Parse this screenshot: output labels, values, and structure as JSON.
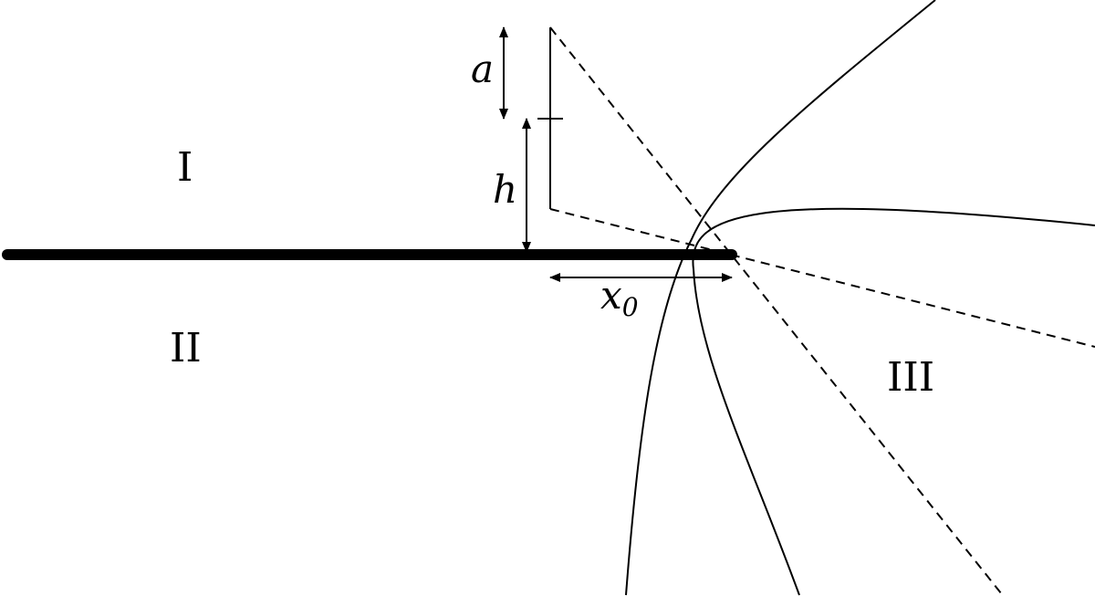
{
  "regions": {
    "region_1": "I",
    "region_2": "II",
    "region_3": "III"
  },
  "dimensions": {
    "a_label": "a",
    "h_label": "h",
    "x_label": "x",
    "x_subscript": "0"
  },
  "colors": {
    "ink": "#000000",
    "background": "#ffffff"
  }
}
